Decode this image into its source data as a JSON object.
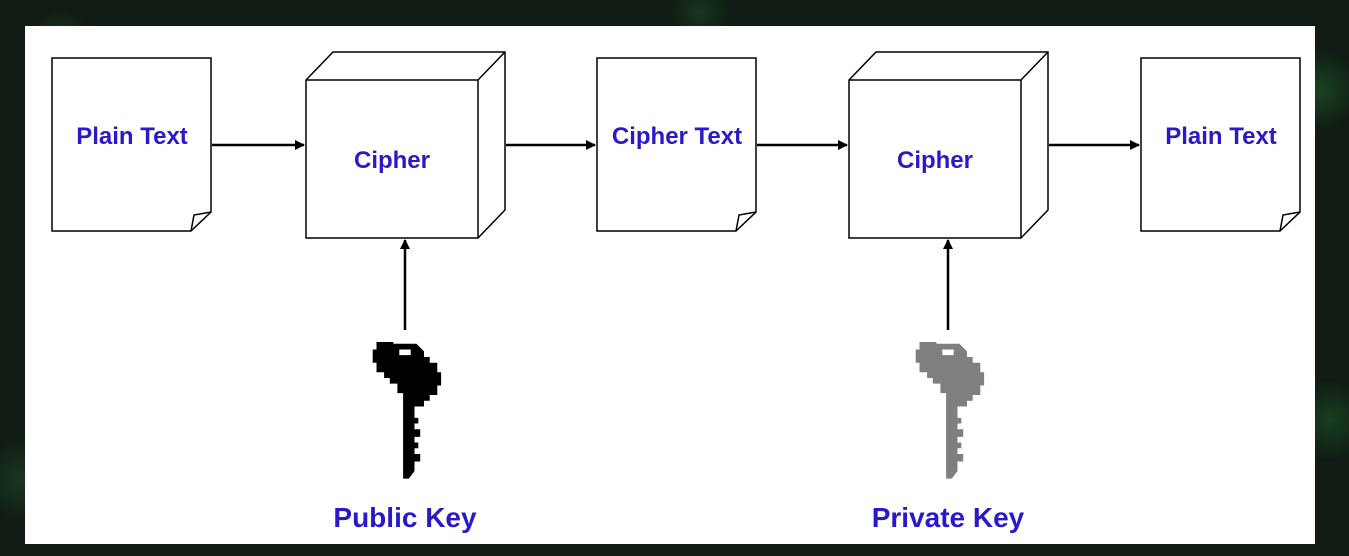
{
  "diagram": {
    "nodes": [
      {
        "id": "plain-text-1",
        "shape": "document",
        "label": "Plain Text"
      },
      {
        "id": "cipher-1",
        "shape": "cube",
        "label": "Cipher"
      },
      {
        "id": "cipher-text",
        "shape": "document",
        "label": "Cipher Text"
      },
      {
        "id": "cipher-2",
        "shape": "cube",
        "label": "Cipher"
      },
      {
        "id": "plain-text-2",
        "shape": "document",
        "label": "Plain Text"
      }
    ],
    "keys": [
      {
        "id": "public-key",
        "label": "Public Key",
        "color": "#000000",
        "target": "cipher-1"
      },
      {
        "id": "private-key",
        "label": "Private Key",
        "color": "#7f7f7f",
        "target": "cipher-2"
      }
    ],
    "edges": [
      {
        "from": "plain-text-1",
        "to": "cipher-1"
      },
      {
        "from": "cipher-1",
        "to": "cipher-text"
      },
      {
        "from": "cipher-text",
        "to": "cipher-2"
      },
      {
        "from": "cipher-2",
        "to": "plain-text-2"
      },
      {
        "from": "public-key",
        "to": "cipher-1"
      },
      {
        "from": "private-key",
        "to": "cipher-2"
      }
    ],
    "label_color": "#2a19c9"
  }
}
